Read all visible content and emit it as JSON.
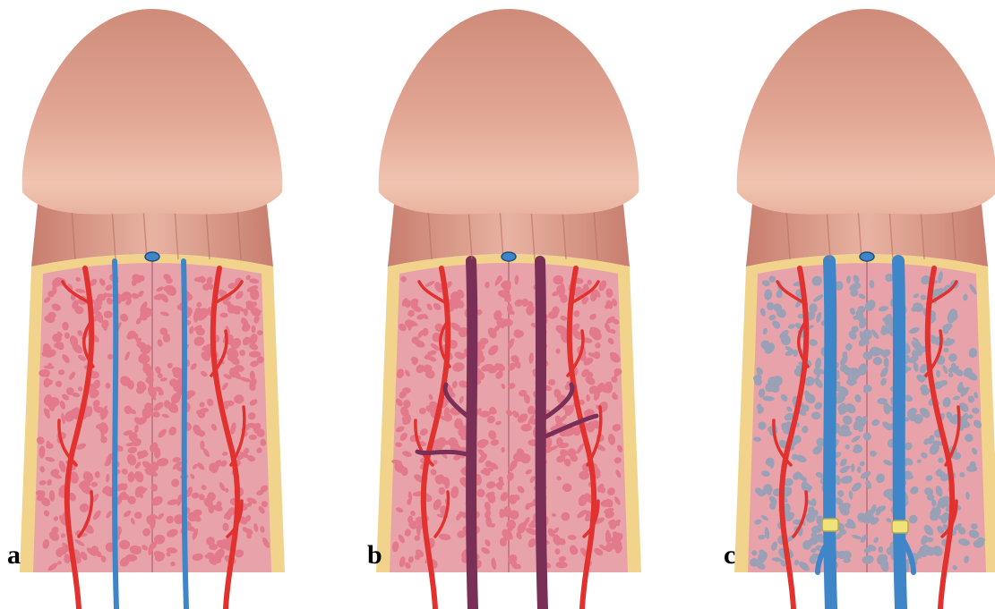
{
  "figure": {
    "panels": [
      {
        "label": "a",
        "sinusoid_color": "#e37a8c",
        "vein_color": "#3f86c8",
        "artery_color": "#e1322f",
        "clamp": false
      },
      {
        "label": "b",
        "sinusoid_color": "#e37a8c",
        "vein_color": "#7a2f57",
        "artery_color": "#e1322f",
        "clamp": false
      },
      {
        "label": "c",
        "sinusoid_color": "#9aa0b6",
        "vein_color": "#3f86c8",
        "artery_color": "#e1322f",
        "clamp": true
      }
    ],
    "colors": {
      "glans_light": "#f0c4b0",
      "glans_dark": "#cf8b7a",
      "tunica": "#f2d38c",
      "corpus": "#e8a2aa",
      "urethra": "#3f86c8",
      "clamp": "#f0e27a"
    }
  }
}
